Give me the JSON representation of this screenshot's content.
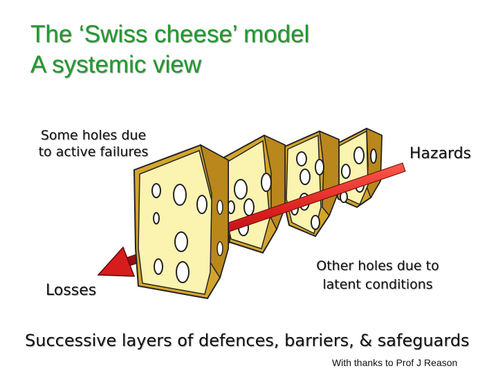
{
  "title": {
    "line1": "The ‘Swiss cheese’ model",
    "line2": "A systemic view"
  },
  "labels": {
    "active": [
      "Some holes due",
      "to active failures"
    ],
    "hazards": "Hazards",
    "losses": "Losses",
    "latent": [
      "Other holes due to",
      "latent conditions"
    ],
    "layers": "Successive layers of defences, barriers, & safeguards",
    "credit": "With thanks to Prof J Reason"
  },
  "colors": {
    "title": "#1f9a2e",
    "cheese_face": "#fbf3b0",
    "cheese_side": "#d4a52c",
    "arrow": "#d81c1c"
  }
}
